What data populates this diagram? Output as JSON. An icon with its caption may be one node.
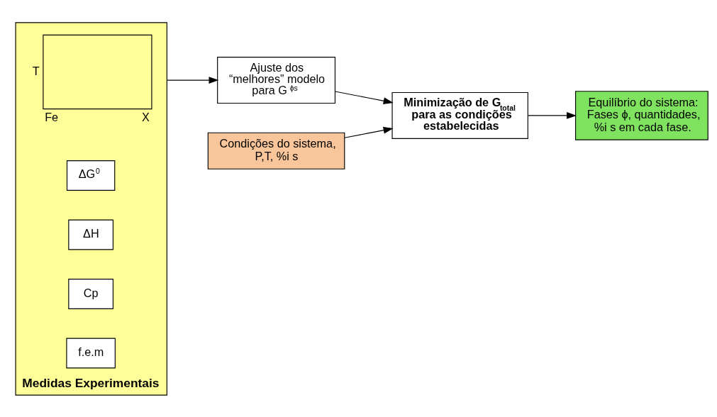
{
  "diagram": {
    "nodes": [
      {
        "text": [
          "Medidas Experimentais"
        ]
      },
      {
        "text": [],
        "shape": "box",
        "in": 0,
        "beside": [
          "T",
          "Fe",
          "X"
        ]
      },
      {
        "text": [
          "ΔG$^{0}$"
        ],
        "in": 0
      },
      {
        "text": [
          "ΔH"
        ],
        "in": 0
      },
      {
        "text": [
          "Cp"
        ],
        "in": 0
      },
      {
        "text": [
          "f.e.m"
        ],
        "in": 0
      },
      {
        "text": [
          "Ajuste dos “melhores” modelo para G $^{ϕs}$"
        ]
      },
      {
        "text": [
          "Condições do sistema, P,T, %i s"
        ]
      },
      {
        "text": [
          "Minimização de G$_{total}$ para as condições estabelecidas"
        ]
      },
      {
        "text": [
          "Equilíbrio do sistema: Fases ϕ, quantidades, %i s em cada fase."
        ]
      }
    ],
    "edges": [
      {
        "from": 0,
        "to": 6,
        "arrow": "to"
      },
      {
        "from": 6,
        "to": 8,
        "arrow": "to"
      },
      {
        "from": 7,
        "to": 8,
        "arrow": "to"
      },
      {
        "from": 8,
        "to": 9,
        "arrow": "to"
      }
    ]
  }
}
